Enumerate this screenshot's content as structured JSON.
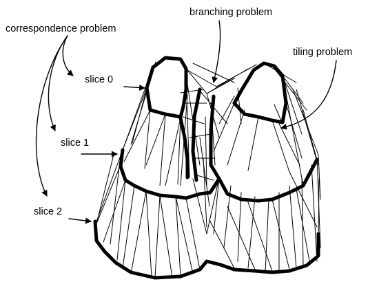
{
  "labels": {
    "correspondence": "correspondence problem",
    "branching": "branching problem",
    "tiling": "tiling problem",
    "slice0": "slice 0",
    "slice1": "slice 1",
    "slice2": "slice 2"
  }
}
